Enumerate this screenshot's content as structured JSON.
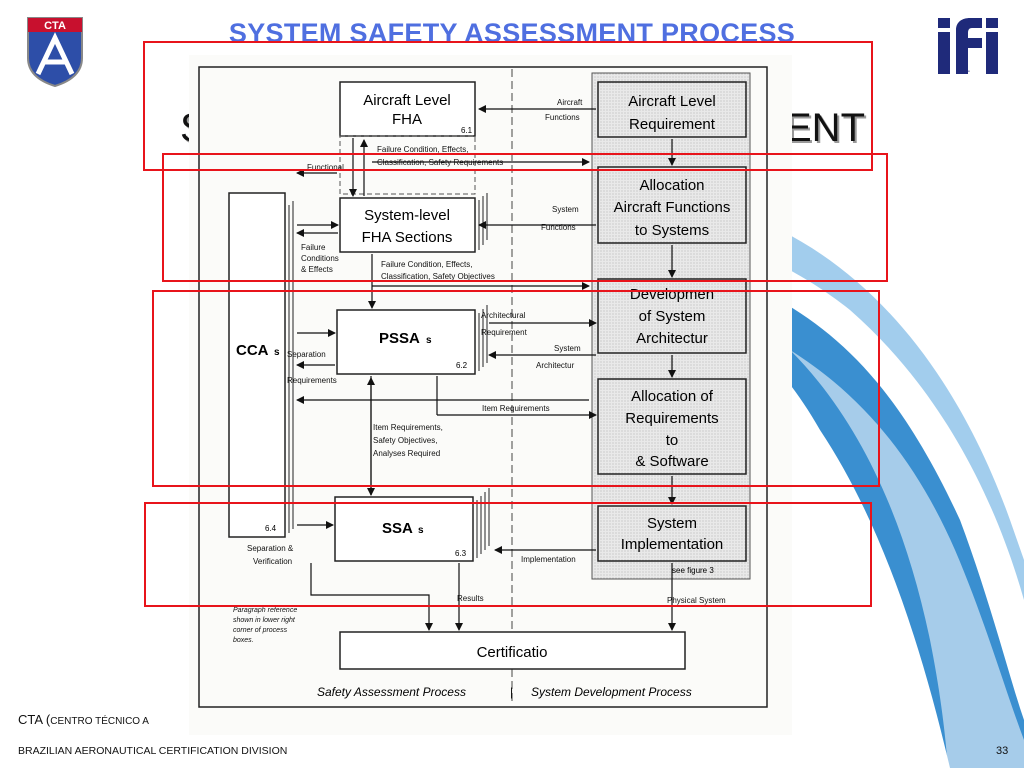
{
  "slide": {
    "title": "SYSTEM SAFETY ASSESSMENT PROCESS",
    "heading_left": "S",
    "heading_right": "ENT",
    "page_number": "33"
  },
  "logos": {
    "cta_text": "CTA",
    "ifi_text": "IFI"
  },
  "footer": {
    "org_prefix": "CTA (",
    "org_name": "CENTRO TÉCNICO A",
    "division": "BRAZILIAN AERONAUTICAL CERTIFICATION DIVISION"
  },
  "colors": {
    "title_blue": "#4f6fe0",
    "frame_red": "#e8141b",
    "swoosh_blue": "#3a8fd0"
  },
  "diagram": {
    "safety_boxes": {
      "aircraft_fha": [
        "Aircraft Level",
        "FHA"
      ],
      "aircraft_fha_ref": "6.1",
      "system_fha": [
        "System-level",
        "FHA Sections"
      ],
      "pssa": "PSSA",
      "pssa_suffix": "s",
      "pssa_ref": "6.2",
      "ssa": "SSA",
      "ssa_suffix": "s",
      "ssa_ref": "6.3",
      "cca": "CCA",
      "cca_suffix": "s",
      "cca_ref": "6.4",
      "certification": "Certificatio"
    },
    "dev_boxes": {
      "aircraft_req": [
        "Aircraft Level",
        "Requirement"
      ],
      "allocation_functions": [
        "Allocation",
        "Aircraft Functions",
        "to Systems"
      ],
      "development_arch": [
        "Developmen",
        "of System",
        "Architectur"
      ],
      "allocation_req": [
        "Allocation of",
        "Requirements",
        "to",
        "& Software"
      ],
      "implementation": [
        "System",
        "Implementation"
      ],
      "see_figure": "see figure 3"
    },
    "flow_labels": {
      "aircraft_functions": [
        "Aircraft",
        "Functions"
      ],
      "failure_condition_1": [
        "Failure Condition, Effects,",
        "Classification, Safety Requirements"
      ],
      "functional": "Functional",
      "system_functions": [
        "System",
        "Functions"
      ],
      "failure_conditions_effects": [
        "Failure",
        "Conditions",
        "& Effects"
      ],
      "failure_condition_2": [
        "Failure Condition, Effects,",
        "Classification, Safety Objectives"
      ],
      "architectural_req": [
        "Architectural",
        "Requirement"
      ],
      "separation_req": [
        "Separation",
        "Requirements"
      ],
      "system_architecture": [
        "System",
        "Architectur"
      ],
      "item_requirements": "Item Requirements",
      "item_req_safety": [
        "Item Requirements,",
        "Safety Objectives,",
        "Analyses Required"
      ],
      "separation_verification": [
        "Separation &",
        "Verification"
      ],
      "implementation": "Implementation",
      "results": "Results",
      "physical_system": "Physical System",
      "paragraph_note": [
        "Paragraph reference",
        "shown in lower right",
        "corner of process",
        "boxes."
      ]
    },
    "footer_labels": {
      "safety_process": "Safety Assessment Process",
      "separator": "|",
      "development_process": "System Development Process"
    }
  }
}
